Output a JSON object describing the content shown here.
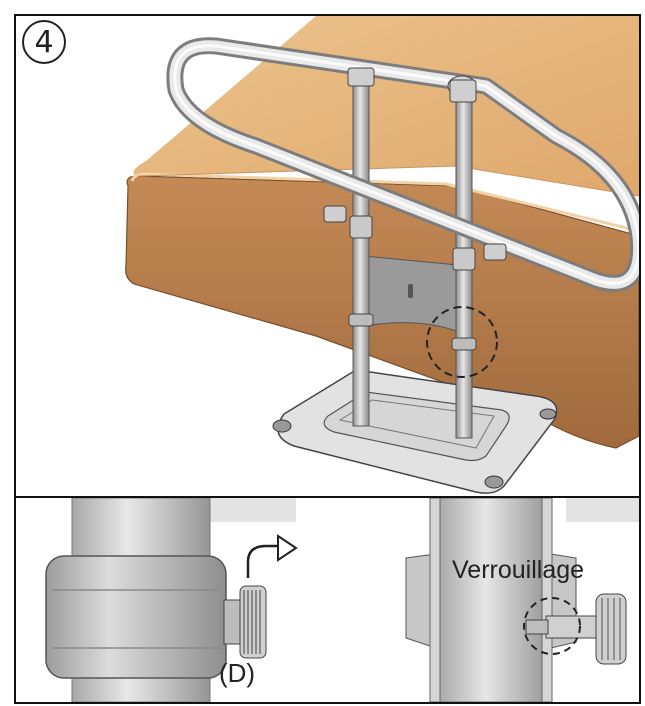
{
  "step": {
    "number": "4"
  },
  "labels": {
    "knob": "(D)",
    "lock": "Verrouillage"
  },
  "colors": {
    "mattress_top": "#e7b57c",
    "mattress_side": "#b57c4c",
    "metal_light": "#e4e4e4",
    "metal_mid": "#bdbdbd",
    "metal_dark": "#8c8c8c",
    "outline": "#3a3a3a"
  },
  "icons": {
    "rotation": "curved-arrow-clockwise-icon",
    "lock_highlight": "dashed-circle-icon"
  }
}
